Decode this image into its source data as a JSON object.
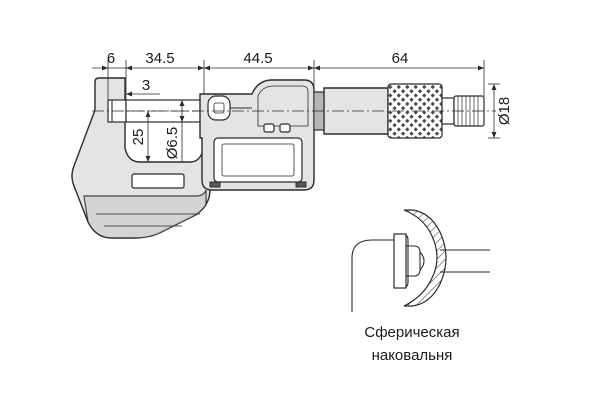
{
  "dimensions": {
    "d1": "6",
    "d2": "34.5",
    "d3": "44.5",
    "d4": "64",
    "d5": "3",
    "d6": "25",
    "d7": "Ø6.5",
    "d8": "Ø18"
  },
  "caption": {
    "line1": "Сферическая",
    "line2": "наковальня"
  },
  "colors": {
    "body": "#e4e4e4",
    "line": "#2b2b2b",
    "knurl": "#5a5a5a"
  }
}
